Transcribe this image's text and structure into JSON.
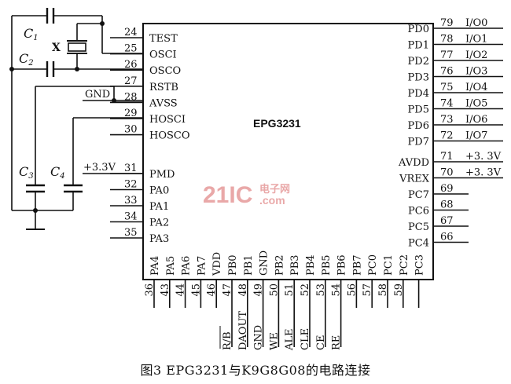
{
  "chip": {
    "name": "EPG3231"
  },
  "watermark": {
    "brand": "21IC",
    "sub1": "电子网",
    "sub2": ".com"
  },
  "caption": "图3   EPG3231与K9G8G08的电路连接",
  "components": {
    "c1": "C",
    "c1_sub": "1",
    "c2": "C",
    "c2_sub": "2",
    "c3": "C",
    "c3_sub": "3",
    "c4": "C",
    "c4_sub": "4",
    "crystal": "X",
    "gnd_label": "GND",
    "vcc_label": "+3.3V"
  },
  "left_pins": [
    {
      "num": "24",
      "name": "TEST"
    },
    {
      "num": "25",
      "name": "OSCI"
    },
    {
      "num": "26",
      "name": "OSCO"
    },
    {
      "num": "27",
      "name": "RSTB"
    },
    {
      "num": "28",
      "name": "AVSS"
    },
    {
      "num": "29",
      "name": "HOSCI"
    },
    {
      "num": "30",
      "name": "HOSCO"
    },
    {
      "num": "31",
      "name": "PMD"
    },
    {
      "num": "32",
      "name": "PA0"
    },
    {
      "num": "33",
      "name": "PA1"
    },
    {
      "num": "34",
      "name": "PA2"
    },
    {
      "num": "35",
      "name": "PA3"
    }
  ],
  "right_pins": [
    {
      "num": "79",
      "name": "PD0",
      "ext": "I/O0"
    },
    {
      "num": "78",
      "name": "PD1",
      "ext": "I/O1"
    },
    {
      "num": "77",
      "name": "PD2",
      "ext": "I/O2"
    },
    {
      "num": "76",
      "name": "PD3",
      "ext": "I/O3"
    },
    {
      "num": "75",
      "name": "PD4",
      "ext": "I/O4"
    },
    {
      "num": "74",
      "name": "PD5",
      "ext": "I/O5"
    },
    {
      "num": "73",
      "name": "PD6",
      "ext": "I/O6"
    },
    {
      "num": "72",
      "name": "PD7",
      "ext": "I/O7"
    },
    {
      "num": "71",
      "name": "AVDD",
      "ext": "+3. 3V"
    },
    {
      "num": "70",
      "name": "VREX",
      "ext": "+3. 3V"
    },
    {
      "num": "69",
      "name": "PC7",
      "ext": ""
    },
    {
      "num": "68",
      "name": "PC6",
      "ext": ""
    },
    {
      "num": "67",
      "name": "PC5",
      "ext": ""
    },
    {
      "num": "66",
      "name": "PC4",
      "ext": ""
    }
  ],
  "bottom_pins": [
    {
      "num": "36",
      "name": "PA4",
      "ext": ""
    },
    {
      "num": "43",
      "name": "PA5",
      "ext": ""
    },
    {
      "num": "44",
      "name": "PA6",
      "ext": ""
    },
    {
      "num": "45",
      "name": "PA7",
      "ext": ""
    },
    {
      "num": "46",
      "name": "VDD",
      "ext": ""
    },
    {
      "num": "47",
      "name": "PB0",
      "ext": "R/B"
    },
    {
      "num": "48",
      "name": "PB1",
      "ext": "DAOUT"
    },
    {
      "num": "49",
      "name": "GND",
      "ext": "GND"
    },
    {
      "num": "50",
      "name": "PB2",
      "ext": "WE"
    },
    {
      "num": "51",
      "name": "PB3",
      "ext": "ALE"
    },
    {
      "num": "52",
      "name": "PB4",
      "ext": "CLE"
    },
    {
      "num": "53",
      "name": "PB5",
      "ext": "CE"
    },
    {
      "num": "54",
      "name": "PB6",
      "ext": "RE"
    },
    {
      "num": "56",
      "name": "PB7",
      "ext": ""
    },
    {
      "num": "57",
      "name": "PC0",
      "ext": ""
    },
    {
      "num": "58",
      "name": "PC1",
      "ext": ""
    },
    {
      "num": "59",
      "name": "PC2",
      "ext": ""
    },
    {
      "num": "",
      "name": "PC3",
      "ext": ""
    }
  ]
}
